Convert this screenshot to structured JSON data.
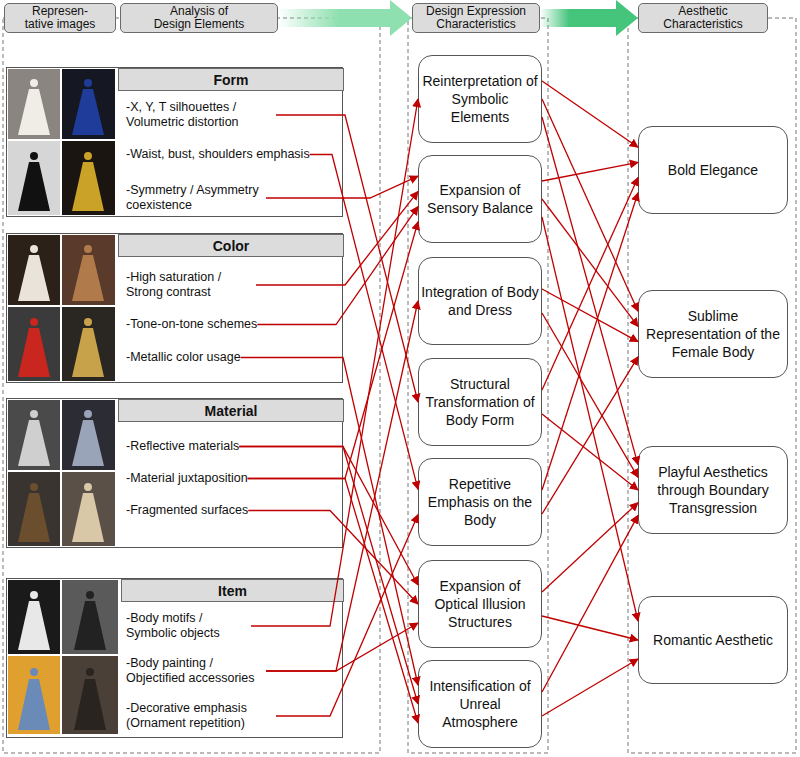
{
  "diagram": {
    "nodes": [
      {
        "text": [
          "Represen- tative images"
        ]
      },
      {
        "text": [
          "Analysis of Design Elements"
        ]
      },
      {
        "text": [
          "Design Expression Characteristics"
        ]
      },
      {
        "text": [
          "Aesthetic Characteristics"
        ]
      },
      {
        "text": [
          "Form"
        ]
      },
      {
        "text": [
          "-X, Y, T silhouettes / Volumetric distortion"
        ],
        "in": 4
      },
      {
        "text": [
          "-Waist, bust, shoulders emphasis"
        ],
        "in": 4
      },
      {
        "text": [
          "-Symmetry / Asymmetry coexistence"
        ],
        "in": 4
      },
      {
        "text": [
          "Color"
        ]
      },
      {
        "text": [
          "-High saturation / Strong contrast"
        ],
        "in": 8
      },
      {
        "text": [
          "-Tone-on-tone schemes"
        ],
        "in": 8
      },
      {
        "text": [
          "-Metallic color usage"
        ],
        "in": 8
      },
      {
        "text": [
          "Material"
        ]
      },
      {
        "text": [
          "-Reflective materials"
        ],
        "in": 12
      },
      {
        "text": [
          "-Material juxtaposition"
        ],
        "in": 12
      },
      {
        "text": [
          "-Fragmented surfaces"
        ],
        "in": 12
      },
      {
        "text": [
          "Item"
        ]
      },
      {
        "text": [
          "-Body motifs / Symbolic objects"
        ],
        "in": 16
      },
      {
        "text": [
          "-Body painting / Objectified accessories"
        ],
        "in": 16
      },
      {
        "text": [
          "-Decorative emphasis (Ornament repetition)"
        ],
        "in": 16
      },
      {
        "text": [
          "Reinterpretation of Symbolic Elements"
        ]
      },
      {
        "text": [
          "Expansion of Sensory Balance"
        ]
      },
      {
        "text": [
          "Integration of Body and Dress"
        ]
      },
      {
        "text": [
          "Structural Transformation of Body Form"
        ]
      },
      {
        "text": [
          "Repetitive Emphasis on the Body"
        ]
      },
      {
        "text": [
          "Expansion of Optical Illusion Structures"
        ]
      },
      {
        "text": [
          "Intensification of Unreal Atmosphere"
        ]
      },
      {
        "text": [
          "Bold Elegance"
        ]
      },
      {
        "text": [
          "Sublime Representation of the Female Body"
        ]
      },
      {
        "text": [
          "Playful Aesthetics through Boundary Transgression"
        ]
      },
      {
        "text": [
          "Romantic Aesthetic"
        ]
      }
    ],
    "edges": [
      {
        "from": 1,
        "to": 2,
        "arrow": "to"
      },
      {
        "from": 2,
        "to": 3,
        "arrow": "to"
      },
      {
        "from": 5,
        "to": 23,
        "arrow": "to"
      },
      {
        "from": 6,
        "to": 24,
        "arrow": "to"
      },
      {
        "from": 7,
        "to": 21,
        "arrow": "to"
      },
      {
        "from": 9,
        "to": 21,
        "arrow": "to"
      },
      {
        "from": 10,
        "to": 21,
        "arrow": "to"
      },
      {
        "from": 11,
        "to": 26,
        "arrow": "to"
      },
      {
        "from": 13,
        "to": 25,
        "arrow": "to"
      },
      {
        "from": 13,
        "to": 26,
        "arrow": "to"
      },
      {
        "from": 14,
        "to": 21,
        "arrow": "to"
      },
      {
        "from": 14,
        "to": 26,
        "arrow": "to"
      },
      {
        "from": 15,
        "to": 25,
        "arrow": "to"
      },
      {
        "from": 17,
        "to": 20,
        "arrow": "to"
      },
      {
        "from": 18,
        "to": 22,
        "arrow": "to"
      },
      {
        "from": 18,
        "to": 25,
        "arrow": "to"
      },
      {
        "from": 19,
        "to": 24,
        "arrow": "to"
      },
      {
        "from": 20,
        "to": 27,
        "arrow": "to"
      },
      {
        "from": 20,
        "to": 28,
        "arrow": "to"
      },
      {
        "from": 20,
        "to": 29,
        "arrow": "to"
      },
      {
        "from": 21,
        "to": 27,
        "arrow": "to"
      },
      {
        "from": 21,
        "to": 28,
        "arrow": "to"
      },
      {
        "from": 21,
        "to": 30,
        "arrow": "to"
      },
      {
        "from": 22,
        "to": 28,
        "arrow": "to"
      },
      {
        "from": 22,
        "to": 29,
        "arrow": "to"
      },
      {
        "from": 23,
        "to": 27,
        "arrow": "to"
      },
      {
        "from": 23,
        "to": 29,
        "arrow": "to"
      },
      {
        "from": 24,
        "to": 27,
        "arrow": "to"
      },
      {
        "from": 24,
        "to": 28,
        "arrow": "to"
      },
      {
        "from": 25,
        "to": 29,
        "arrow": "to"
      },
      {
        "from": 25,
        "to": 30,
        "arrow": "to"
      },
      {
        "from": 26,
        "to": 29,
        "arrow": "to"
      },
      {
        "from": 26,
        "to": 30,
        "arrow": "to"
      }
    ]
  }
}
